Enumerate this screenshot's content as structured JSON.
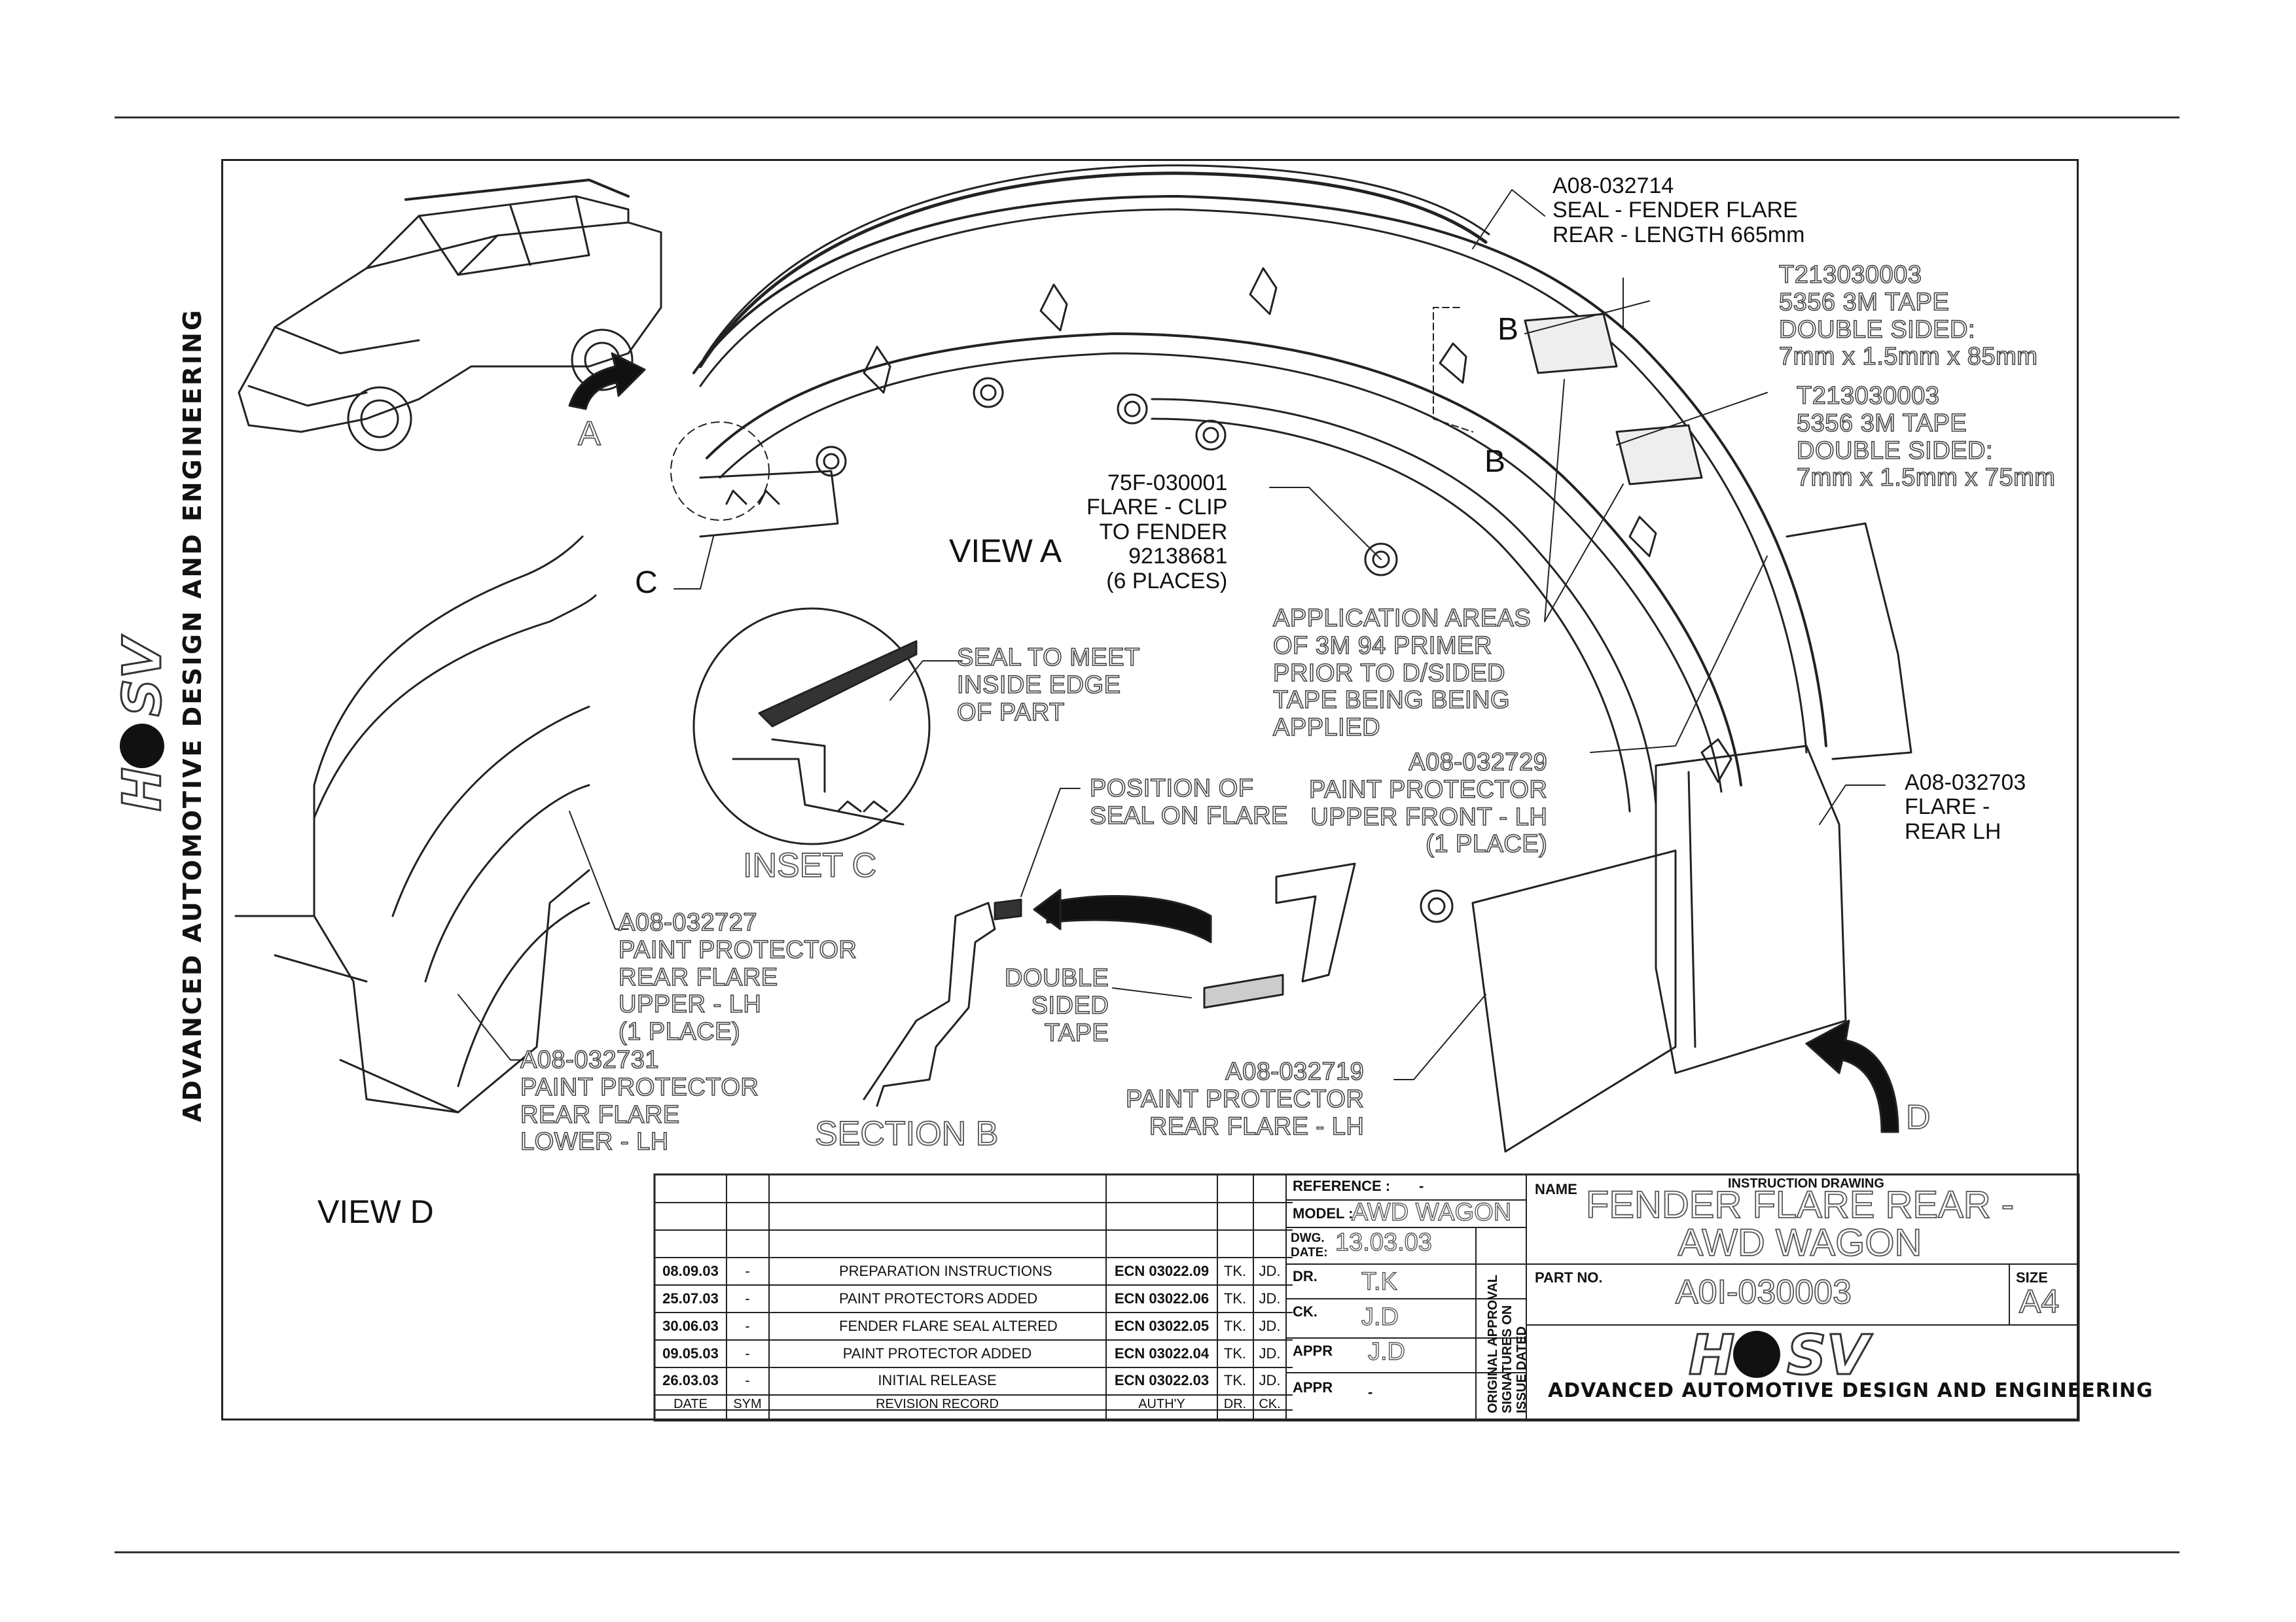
{
  "callouts": {
    "seal": [
      "A08-032714",
      "SEAL - FENDER FLARE",
      "REAR - LENGTH 665mm"
    ],
    "tape1": [
      "T213030003",
      "5356 3M TAPE",
      "DOUBLE SIDED:",
      "7mm x 1.5mm x 85mm"
    ],
    "tape2": [
      "T213030003",
      "5356 3M TAPE",
      "DOUBLE SIDED:",
      "7mm x 1.5mm x 75mm"
    ],
    "clip": [
      "75F-030001",
      "FLARE - CLIP",
      "TO FENDER",
      "92138681",
      "(6 PLACES)"
    ],
    "primer": [
      "APPLICATION AREAS",
      "OF 3M 94 PRIMER",
      "PRIOR TO D/SIDED",
      "TAPE BEING BEING",
      "APPLIED"
    ],
    "upper_front": [
      "A08-032729",
      "PAINT PROTECTOR",
      "UPPER FRONT - LH",
      "(1 PLACE)"
    ],
    "flare_rear": [
      "A08-032703",
      "FLARE -",
      "REAR LH"
    ],
    "seal_meet": [
      "SEAL TO MEET",
      "INSIDE EDGE",
      "OF PART"
    ],
    "position_seal": [
      "POSITION OF",
      "SEAL ON FLARE"
    ],
    "double_tape": [
      "DOUBLE",
      "SIDED",
      "TAPE"
    ],
    "rear_upper": [
      "A08-032727",
      "PAINT PROTECTOR",
      "REAR FLARE",
      "UPPER - LH",
      "(1 PLACE)"
    ],
    "rear_lower": [
      "A08-032731",
      "PAINT PROTECTOR",
      "REAR FLARE",
      "LOWER - LH"
    ],
    "rear_flare": [
      "A08-032719",
      "PAINT PROTECTOR",
      "REAR FLARE - LH"
    ]
  },
  "views": {
    "view_a": "VIEW A",
    "view_d": "VIEW D",
    "inset_c": "INSET C",
    "section_b": "SECTION B",
    "letter_a": "A",
    "letter_b1": "B",
    "letter_b2": "B",
    "letter_c": "C",
    "letter_d": "D"
  },
  "company": {
    "logo": "HSV",
    "tagline": "ADVANCED AUTOMOTIVE DESIGN AND ENGINEERING"
  },
  "title_block": {
    "reference_label": "REFERENCE :",
    "reference_value": "-",
    "model_label": "MODEL :",
    "model_value": "AWD WAGON",
    "dwg_date_label": "DWG. DATE:",
    "dwg_date_value": "13.03.03",
    "dr_label": "DR.",
    "dr_value": "T.K",
    "ck_label": "CK.",
    "ck_value": "J.D",
    "appr_label": "APPR",
    "appr_value": "J.D",
    "appr2_label": "APPR",
    "appr2_value": "-",
    "approval_note": [
      "ORIGINAL APPROVAL",
      "SIGNATURES ON",
      "ISSUE DATED"
    ],
    "name_label": "NAME",
    "name_sub": "INSTRUCTION DRAWING",
    "name_line1": "FENDER FLARE REAR -",
    "name_line2": "AWD WAGON",
    "part_no_label": "PART NO.",
    "part_no_value": "A0I-030003",
    "size_label": "SIZE",
    "size_value": "A4",
    "footer": "ADVANCED AUTOMOTIVE DESIGN AND ENGINEERING"
  },
  "revisions": {
    "headers": [
      "DATE",
      "SYM",
      "REVISION RECORD",
      "AUTH'Y",
      "DR.",
      "CK."
    ],
    "rows": [
      [
        "08.09.03",
        "-",
        "PREPARATION INSTRUCTIONS",
        "ECN 03022.09",
        "TK.",
        "JD."
      ],
      [
        "25.07.03",
        "-",
        "PAINT PROTECTORS ADDED",
        "ECN 03022.06",
        "TK.",
        "JD."
      ],
      [
        "30.06.03",
        "-",
        "FENDER FLARE SEAL ALTERED",
        "ECN 03022.05",
        "TK.",
        "JD."
      ],
      [
        "09.05.03",
        "-",
        "PAINT PROTECTOR ADDED",
        "ECN 03022.04",
        "TK.",
        "JD."
      ],
      [
        "26.03.03",
        "-",
        "INITIAL RELEASE",
        "ECN 03022.03",
        "TK.",
        "JD."
      ]
    ]
  }
}
